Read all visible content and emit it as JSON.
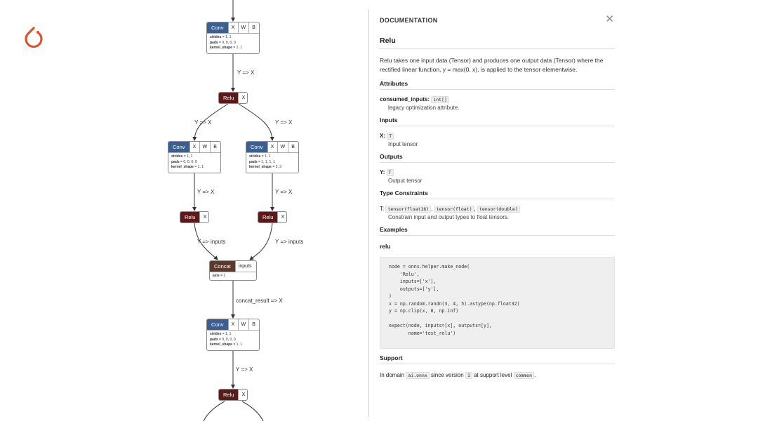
{
  "graph": {
    "top_conv": {
      "op": "Conv",
      "args": [
        "X",
        "W",
        "B"
      ],
      "attrs": [
        {
          "k": "strides",
          "v": " = 1, 1"
        },
        {
          "k": "pads",
          "v": " = 0, 0, 0, 0"
        },
        {
          "k": "kernel_shape",
          "v": " = 1, 1"
        }
      ]
    },
    "relu1": {
      "op": "Relu",
      "args": [
        "X"
      ]
    },
    "conv_left": {
      "op": "Conv",
      "args": [
        "X",
        "W",
        "B"
      ],
      "attrs": [
        {
          "k": "strides",
          "v": " = 1, 1"
        },
        {
          "k": "pads",
          "v": " = 0, 0, 0, 0"
        },
        {
          "k": "kernel_shape",
          "v": " = 1, 1"
        }
      ]
    },
    "conv_right": {
      "op": "Conv",
      "args": [
        "X",
        "W",
        "B"
      ],
      "attrs": [
        {
          "k": "strides",
          "v": " = 1, 1"
        },
        {
          "k": "pads",
          "v": " = 1, 1, 1, 1"
        },
        {
          "k": "kernel_shape",
          "v": " = 3, 3"
        }
      ]
    },
    "relu_left": {
      "op": "Relu",
      "args": [
        "X"
      ]
    },
    "relu_right": {
      "op": "Relu",
      "args": [
        "X"
      ]
    },
    "concat": {
      "op": "Concat",
      "args": [
        "inputs"
      ],
      "attrs": [
        {
          "k": "axis",
          "v": " = 1"
        }
      ]
    },
    "conv_bottom": {
      "op": "Conv",
      "args": [
        "X",
        "W",
        "B"
      ],
      "attrs": [
        {
          "k": "strides",
          "v": " = 1, 1"
        },
        {
          "k": "pads",
          "v": " = 0, 0, 0, 0"
        },
        {
          "k": "kernel_shape",
          "v": " = 1, 1"
        }
      ]
    },
    "relu_bottom": {
      "op": "Relu",
      "args": [
        "X"
      ]
    },
    "edge_labels": {
      "e1": "Y => X",
      "e2": "Y => X",
      "e3": "Y => X",
      "e4": "Y => X",
      "e5": "Y => X",
      "e6": "Y => inputs",
      "e7": "Y => inputs",
      "e8": "concat_result => X",
      "e9": "Y => X"
    }
  },
  "doc": {
    "title": "DOCUMENTATION",
    "close_glyph": "✕",
    "op_name": "Relu",
    "description": "Relu takes one input data (Tensor) and produces one output data (Tensor) where the rectified linear function, y = max(0, x), is applied to the tensor elementwise.",
    "attributes": {
      "heading": "Attributes",
      "name": "consumed_inputs",
      "type": "int[]",
      "desc": "legacy optimization attribute."
    },
    "inputs": {
      "heading": "Inputs",
      "name": "X",
      "type": "T",
      "desc": "Input tensor"
    },
    "outputs": {
      "heading": "Outputs",
      "name": "Y",
      "type": "T",
      "desc": "Output tensor"
    },
    "type_constraints": {
      "heading": "Type Constraints",
      "name": "T",
      "types": [
        "tensor(float16)",
        "tensor(float)",
        "tensor(double)"
      ],
      "sep": ",",
      "desc": "Constrain input and output types to float tensors."
    },
    "examples": {
      "heading": "Examples",
      "name": "relu",
      "code": "node = onnx.helper.make_node(\n    'Relu',\n    inputs=['x'],\n    outputs=['y'],\n)\nx = np.random.randn(3, 4, 5).astype(np.float32)\ny = np.clip(x, 0, np.inf)\n\nexpect(node, inputs=[x], outputs=[y],\n       name='test_relu')"
    },
    "support": {
      "heading": "Support",
      "prefix": "In domain",
      "domain": "ai.onnx",
      "mid": "since version",
      "version": "1",
      "mid2": "at support level",
      "level": "common",
      "suffix": "."
    }
  },
  "colors": {
    "conv": "#3c5f8f",
    "relu": "#5b1a1a",
    "concat": "#5a3a2e",
    "logo": "#d9532c"
  }
}
